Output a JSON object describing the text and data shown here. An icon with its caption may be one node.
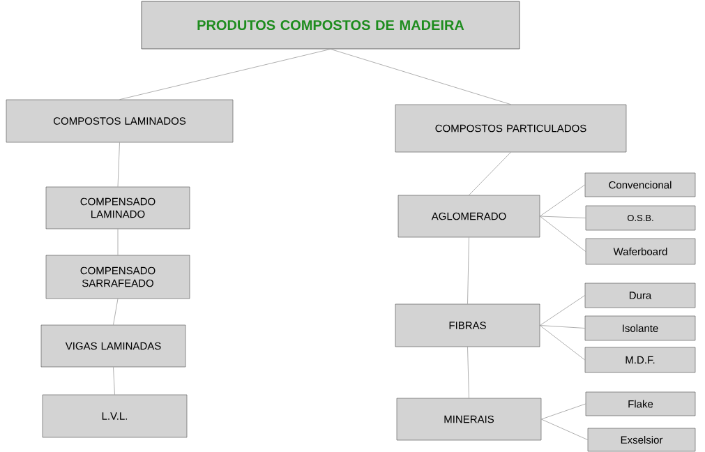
{
  "diagram": {
    "nodes": [
      {
        "text": [
          "PRODUTOS COMPOSTOS DE MADEIRA"
        ]
      },
      {
        "text": [
          "COMPOSTOS LAMINADOS"
        ]
      },
      {
        "text": [
          "COMPOSTOS PARTICULADOS"
        ]
      },
      {
        "text": [
          "COMPENSADO LAMINADO"
        ]
      },
      {
        "text": [
          "COMPENSADO SARRAFEADO"
        ]
      },
      {
        "text": [
          "VIGAS LAMINADAS"
        ]
      },
      {
        "text": [
          "L.V.L."
        ]
      },
      {
        "text": [
          "AGLOMERADO"
        ]
      },
      {
        "text": [
          "Convencional"
        ]
      },
      {
        "text": [
          "O.S.B."
        ]
      },
      {
        "text": [
          "Waferboard"
        ]
      },
      {
        "text": [
          "FIBRAS"
        ]
      },
      {
        "text": [
          "Dura"
        ]
      },
      {
        "text": [
          "Isolante"
        ]
      },
      {
        "text": [
          "M.D.F."
        ]
      },
      {
        "text": [
          "MINERAIS"
        ]
      },
      {
        "text": [
          "Flake"
        ]
      },
      {
        "text": [
          "Exselsior"
        ]
      }
    ],
    "edges": [
      {
        "from": 0,
        "to": 1,
        "arrow": "none"
      },
      {
        "from": 0,
        "to": 2,
        "arrow": "none"
      },
      {
        "from": 1,
        "to": 3,
        "arrow": "none"
      },
      {
        "from": 3,
        "to": 4,
        "arrow": "none"
      },
      {
        "from": 4,
        "to": 5,
        "arrow": "none"
      },
      {
        "from": 5,
        "to": 6,
        "arrow": "none"
      },
      {
        "from": 2,
        "to": 7,
        "arrow": "none"
      },
      {
        "from": 7,
        "to": 8,
        "arrow": "none"
      },
      {
        "from": 7,
        "to": 9,
        "arrow": "none"
      },
      {
        "from": 7,
        "to": 10,
        "arrow": "none"
      },
      {
        "from": 7,
        "to": 11,
        "arrow": "none"
      },
      {
        "from": 11,
        "to": 12,
        "arrow": "none"
      },
      {
        "from": 11,
        "to": 13,
        "arrow": "none"
      },
      {
        "from": 11,
        "to": 14,
        "arrow": "none"
      },
      {
        "from": 11,
        "to": 15,
        "arrow": "none"
      },
      {
        "from": 15,
        "to": 16,
        "arrow": "none"
      },
      {
        "from": 15,
        "to": 17,
        "arrow": "none"
      }
    ]
  }
}
